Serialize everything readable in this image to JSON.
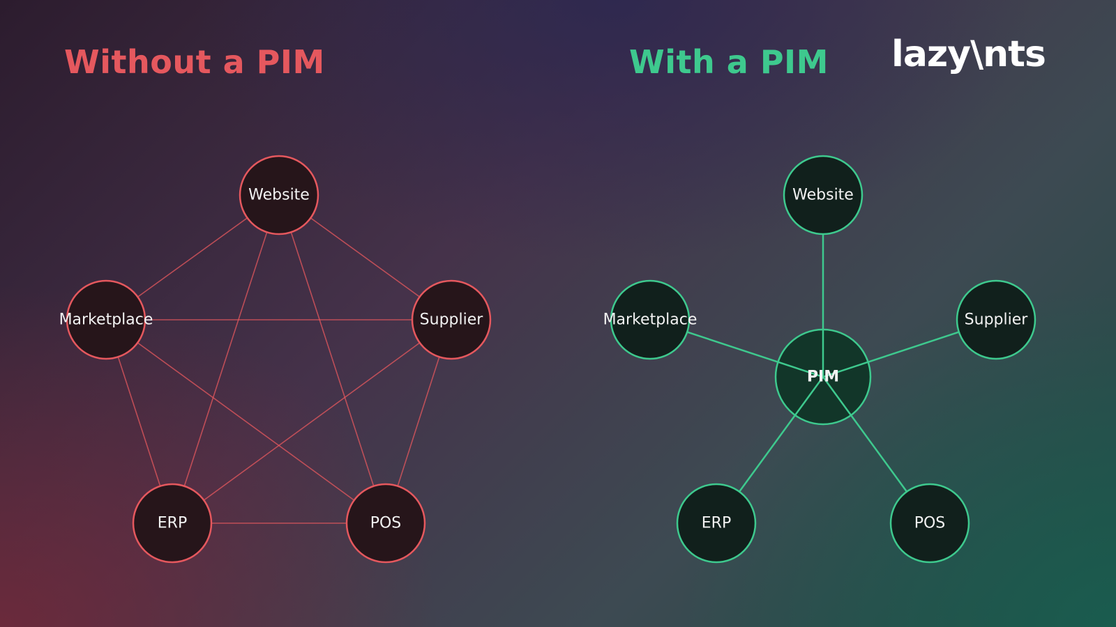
{
  "colors": {
    "without_accent": "#e5585e",
    "with_accent": "#3ec98e",
    "without_node_fill": "#26151a",
    "with_node_fill": "#11201c",
    "pim_node_fill": "#123629",
    "label": "#f2f2f2"
  },
  "logo": "lazy\\nts",
  "without": {
    "title": "Without a PIM",
    "nodes": [
      {
        "id": "website",
        "label": "Website"
      },
      {
        "id": "marketplace",
        "label": "Marketplace"
      },
      {
        "id": "supplier",
        "label": "Supplier"
      },
      {
        "id": "erp",
        "label": "ERP"
      },
      {
        "id": "pos",
        "label": "POS"
      }
    ],
    "edges": [
      [
        "website",
        "marketplace"
      ],
      [
        "website",
        "supplier"
      ],
      [
        "website",
        "erp"
      ],
      [
        "website",
        "pos"
      ],
      [
        "marketplace",
        "supplier"
      ],
      [
        "marketplace",
        "erp"
      ],
      [
        "marketplace",
        "pos"
      ],
      [
        "supplier",
        "erp"
      ],
      [
        "supplier",
        "pos"
      ],
      [
        "erp",
        "pos"
      ]
    ]
  },
  "with": {
    "title": "With a PIM",
    "hub": {
      "id": "pim",
      "label": "PIM"
    },
    "nodes": [
      {
        "id": "website",
        "label": "Website"
      },
      {
        "id": "marketplace",
        "label": "Marketplace"
      },
      {
        "id": "supplier",
        "label": "Supplier"
      },
      {
        "id": "erp",
        "label": "ERP"
      },
      {
        "id": "pos",
        "label": "POS"
      }
    ],
    "edges": [
      [
        "pim",
        "website"
      ],
      [
        "pim",
        "marketplace"
      ],
      [
        "pim",
        "supplier"
      ],
      [
        "pim",
        "erp"
      ],
      [
        "pim",
        "pos"
      ]
    ]
  }
}
